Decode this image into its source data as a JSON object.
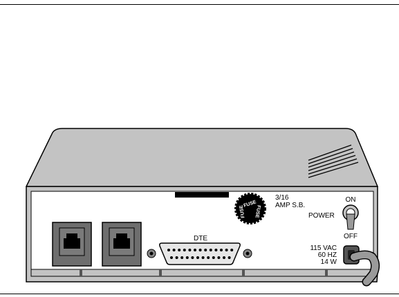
{
  "labels": {
    "fuse_rating_line1": "3/16",
    "fuse_rating_line2": "AMP S.B.",
    "fuse_text_a": "FUSE",
    "fuse_text_b": "FUSE",
    "fuse_text_c": "FUSE",
    "switch_on": "ON",
    "switch_label": "POWER",
    "switch_off": "OFF",
    "connector": "DTE",
    "power_rating_line1": "115 VAC",
    "power_rating_line2": "60 HZ",
    "power_rating_line3": "14 W"
  },
  "colors": {
    "case": "#c3c3c3",
    "panel": "#ffffff",
    "jack": "#6e6e6e",
    "outline": "#000000"
  }
}
